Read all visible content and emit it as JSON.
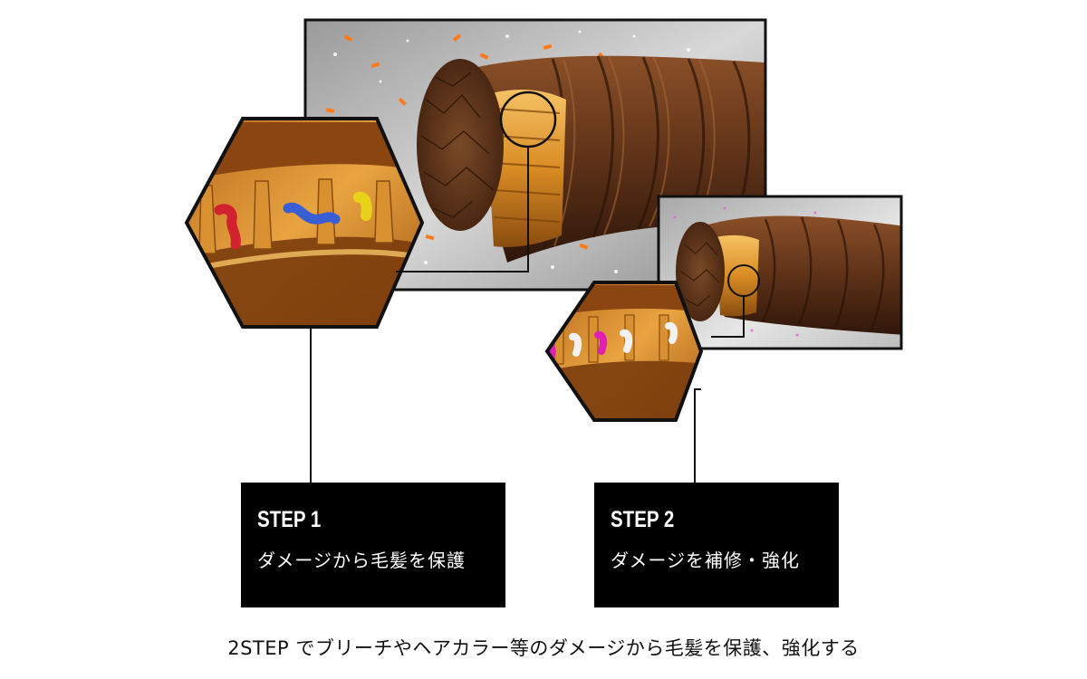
{
  "illustration": {
    "main_panel": "hair-cross-section-damaged",
    "secondary_panel": "hair-cross-section-repaired",
    "colors": {
      "hair_brown": "#6b3a1c",
      "hair_dark": "#3a1d0c",
      "gold": "#e7a23a",
      "particle_orange": "#ff7a1a",
      "particle_pink": "#e55fd1",
      "bond_red": "#d1232f",
      "bond_blue": "#3a5fd4",
      "bond_yellow": "#e8d21a"
    }
  },
  "steps": [
    {
      "title": "STEP 1",
      "description": "ダメージから毛髪を保護"
    },
    {
      "title": "STEP 2",
      "description": "ダメージを補修・強化"
    }
  ],
  "caption": "2STEP でブリーチやヘアカラー等のダメージから毛髪を保護、強化する"
}
